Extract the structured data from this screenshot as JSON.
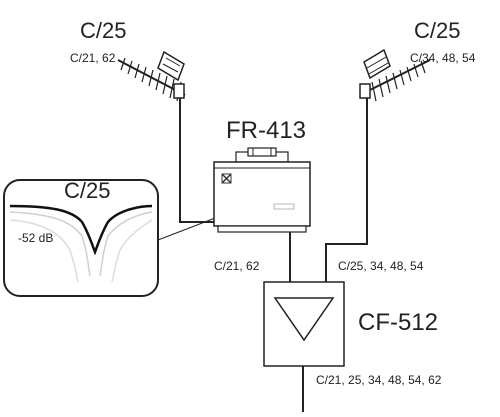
{
  "antennas": {
    "left": {
      "channel": "C/25",
      "channels": "C/21, 62"
    },
    "right": {
      "channel": "C/25",
      "channels": "C/34, 48, 54"
    }
  },
  "filter": {
    "name": "FR-413",
    "output_channels": "C/21, 62",
    "detail_label": "C/25",
    "attenuation": "-52 dB"
  },
  "combiner": {
    "name": "CF-512",
    "input_channels": "C/25, 34, 48, 54",
    "output_channels": "C/21, 25, 34, 48, 54, 62"
  }
}
